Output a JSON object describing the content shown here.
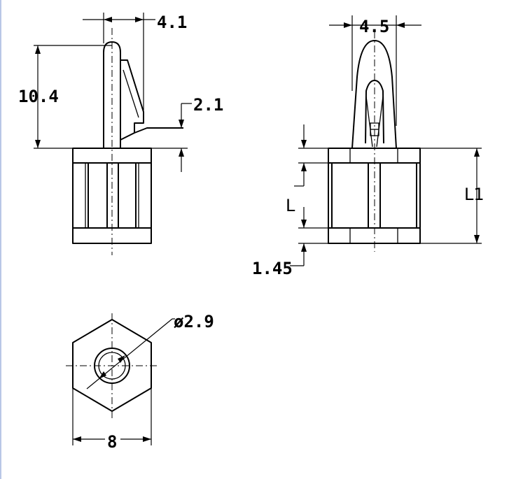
{
  "dimensions": {
    "side_width": "4.1",
    "side_height": "10.4",
    "side_step": "2.1",
    "front_width": "4.5",
    "front_L": "L",
    "front_L1": "L1",
    "front_gap": "1.45",
    "hole_diameter": "ø2.9",
    "hex_across_flats": "8"
  }
}
